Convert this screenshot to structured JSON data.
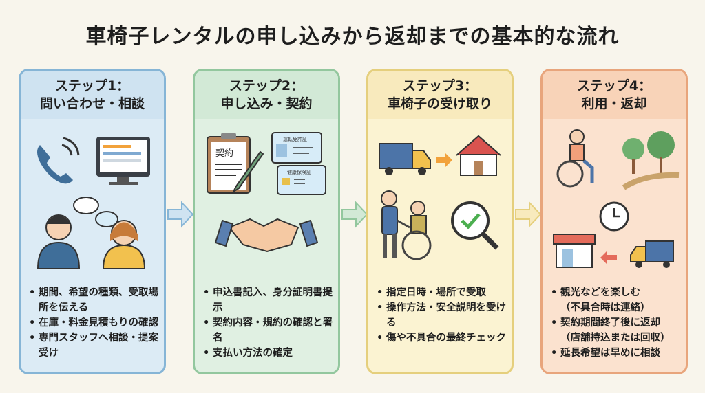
{
  "title": "車椅子レンタルの申し込みから返却までの基本的な流れ",
  "colors": {
    "step1": "#86b5d6",
    "step2": "#93c79e",
    "step3": "#e5cf7d",
    "step4": "#e8a57c"
  },
  "steps": [
    {
      "label": "ステップ1：",
      "name": "問い合わせ・相談",
      "icons": [
        "phone-icon",
        "computer-icon",
        "chat-bubble-icon",
        "staff-customer-icon"
      ],
      "bullets": [
        "期間、希望の種類、受取場所を伝える",
        "在庫・料金見積もりの確認",
        "専門スタッフへ相談・提案受け"
      ]
    },
    {
      "label": "ステップ2：",
      "name": "申し込み・契約",
      "icons": [
        "clipboard-contract-icon",
        "pen-icon",
        "id-card-icon",
        "insurance-card-icon",
        "handshake-icon"
      ],
      "clipboard_text": "契約",
      "card1_text": "運転免許証",
      "card2_text": "健康保険証",
      "bullets": [
        "申込書記入、身分証明書提示",
        "契約内容・規約の確認と署名",
        "支払い方法の確定"
      ]
    },
    {
      "label": "ステップ3：",
      "name": "車椅子の受け取り",
      "icons": [
        "truck-icon",
        "house-icon",
        "wheelchair-staff-icon",
        "magnifier-check-icon"
      ],
      "bullets": [
        "指定日時・場所で受取",
        "操作方法・安全説明を受ける",
        "傷や不具合の最終チェック"
      ]
    },
    {
      "label": "ステップ4：",
      "name": "利用・返却",
      "icons": [
        "wheelchair-user-icon",
        "park-icon",
        "clock-icon",
        "store-icon",
        "truck-icon"
      ],
      "bullets": [
        [
          "観光などを楽しむ",
          "（不具合時は連絡）"
        ],
        [
          "契約期間終了後に返却",
          "（店舗持込または回収）"
        ],
        [
          "延長希望は早めに相談",
          ""
        ]
      ]
    }
  ]
}
